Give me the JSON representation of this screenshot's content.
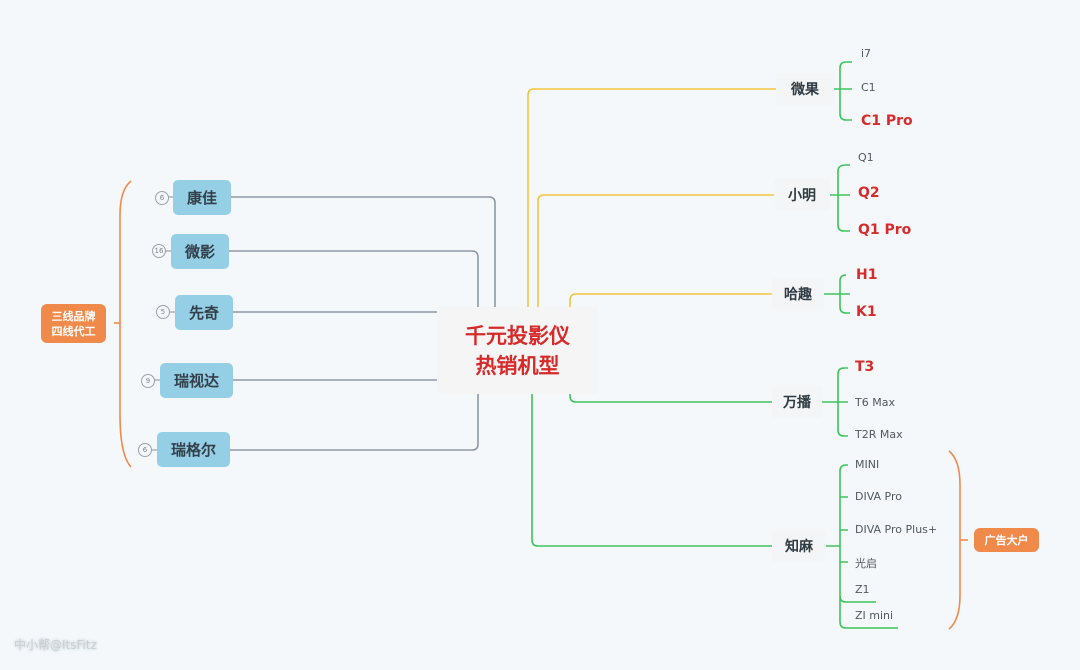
{
  "center": {
    "line1": "千元投影仪",
    "line2": "热销机型"
  },
  "left_group": {
    "label_line1": "三线品牌",
    "label_line2": "四线代工",
    "brands": [
      {
        "name": "康佳",
        "count": "6"
      },
      {
        "name": "微影",
        "count": "16"
      },
      {
        "name": "先奇",
        "count": "5"
      },
      {
        "name": "瑞视达",
        "count": "9"
      },
      {
        "name": "瑞格尔",
        "count": "6"
      }
    ]
  },
  "right_brands": [
    {
      "name": "微果",
      "models": [
        {
          "name": "i7",
          "hot": false
        },
        {
          "name": "C1",
          "hot": false
        },
        {
          "name": "C1 Pro",
          "hot": true
        }
      ]
    },
    {
      "name": "小明",
      "models": [
        {
          "name": "Q1",
          "hot": false
        },
        {
          "name": "Q2",
          "hot": true
        },
        {
          "name": "Q1 Pro",
          "hot": true
        }
      ]
    },
    {
      "name": "哈趣",
      "models": [
        {
          "name": "H1",
          "hot": true
        },
        {
          "name": "K1",
          "hot": true
        }
      ]
    },
    {
      "name": "万播",
      "models": [
        {
          "name": "T3",
          "hot": true
        },
        {
          "name": "T6 Max",
          "hot": false
        },
        {
          "name": "T2R Max",
          "hot": false
        }
      ]
    },
    {
      "name": "知麻",
      "models": [
        {
          "name": "MINI",
          "hot": false
        },
        {
          "name": "DIVA Pro",
          "hot": false
        },
        {
          "name": "DIVA Pro Plus+",
          "hot": false
        },
        {
          "name": "光启",
          "hot": false
        },
        {
          "name": "Z1",
          "hot": false
        },
        {
          "name": "ZI mini",
          "hot": false
        }
      ]
    }
  ],
  "right_group": {
    "label": "广告大户"
  },
  "colors": {
    "hot_text": "#d62b2b",
    "yellow_branch": "#f5c540",
    "green_branch": "#3cc55a",
    "gray_branch": "#8e97a3",
    "orange_accent": "#f08a4b",
    "blue_node": "#94cfe5"
  },
  "watermark": "中小帮@ItsFitz"
}
